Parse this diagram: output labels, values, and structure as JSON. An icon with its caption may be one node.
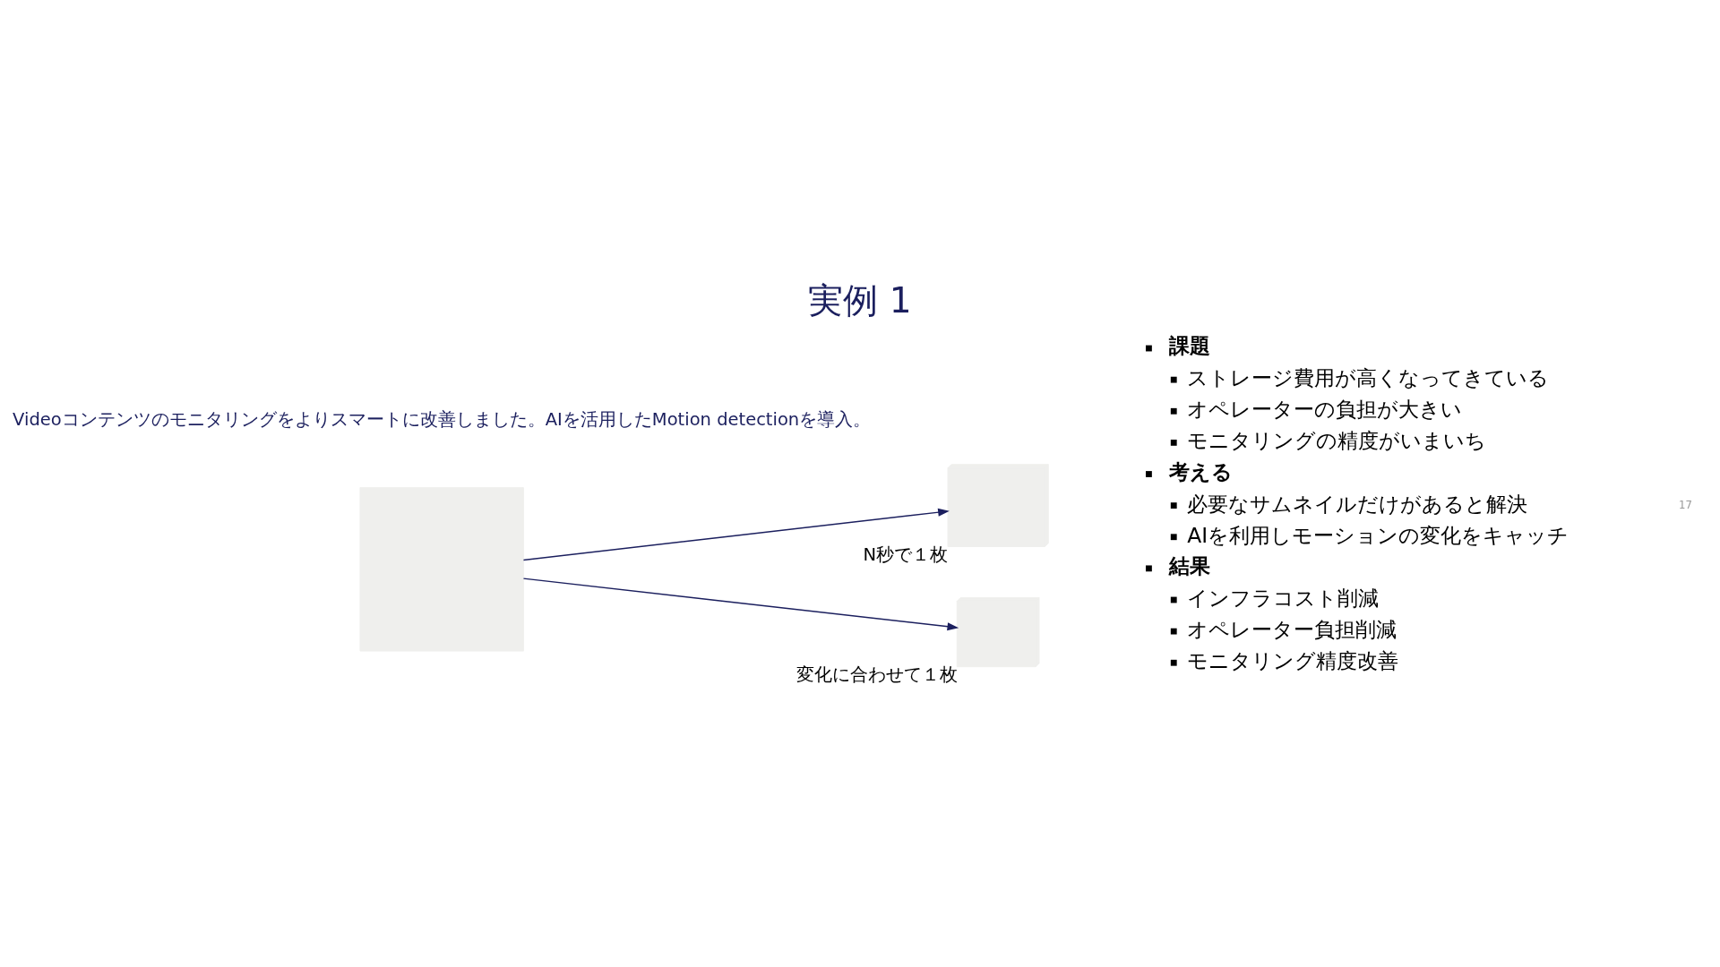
{
  "diagram": {
    "title": "実例 1",
    "nodes": [
      {
        "text": [],
        "shape": "box"
      },
      {
        "text": [],
        "shape": "box",
        "beside": [
          "N秒で１枚"
        ]
      },
      {
        "text": [],
        "shape": "box",
        "beside": [
          "変化に合わせて１枚"
        ]
      }
    ],
    "edges": [
      {
        "from": 0,
        "to": 1,
        "arrow": "to"
      },
      {
        "from": 0,
        "to": 2,
        "arrow": "to"
      }
    ],
    "labels": [
      "Videoコンテンツのモニタリングをよりスマートに改善しました。AIを活用したMotion detectionを導入。",
      "課題",
      "ストレージ費用が高くなってきている",
      "オペレーターの負担が大きい",
      "モニタリングの精度がいまいち",
      "考える",
      "必要なサムネイルだけがあると解決",
      "AIを利用しモーションの変化をキャッチ",
      "結果",
      "インフラコスト削減",
      "オペレーター負担削減",
      "モニタリング精度改善",
      "17"
    ]
  }
}
